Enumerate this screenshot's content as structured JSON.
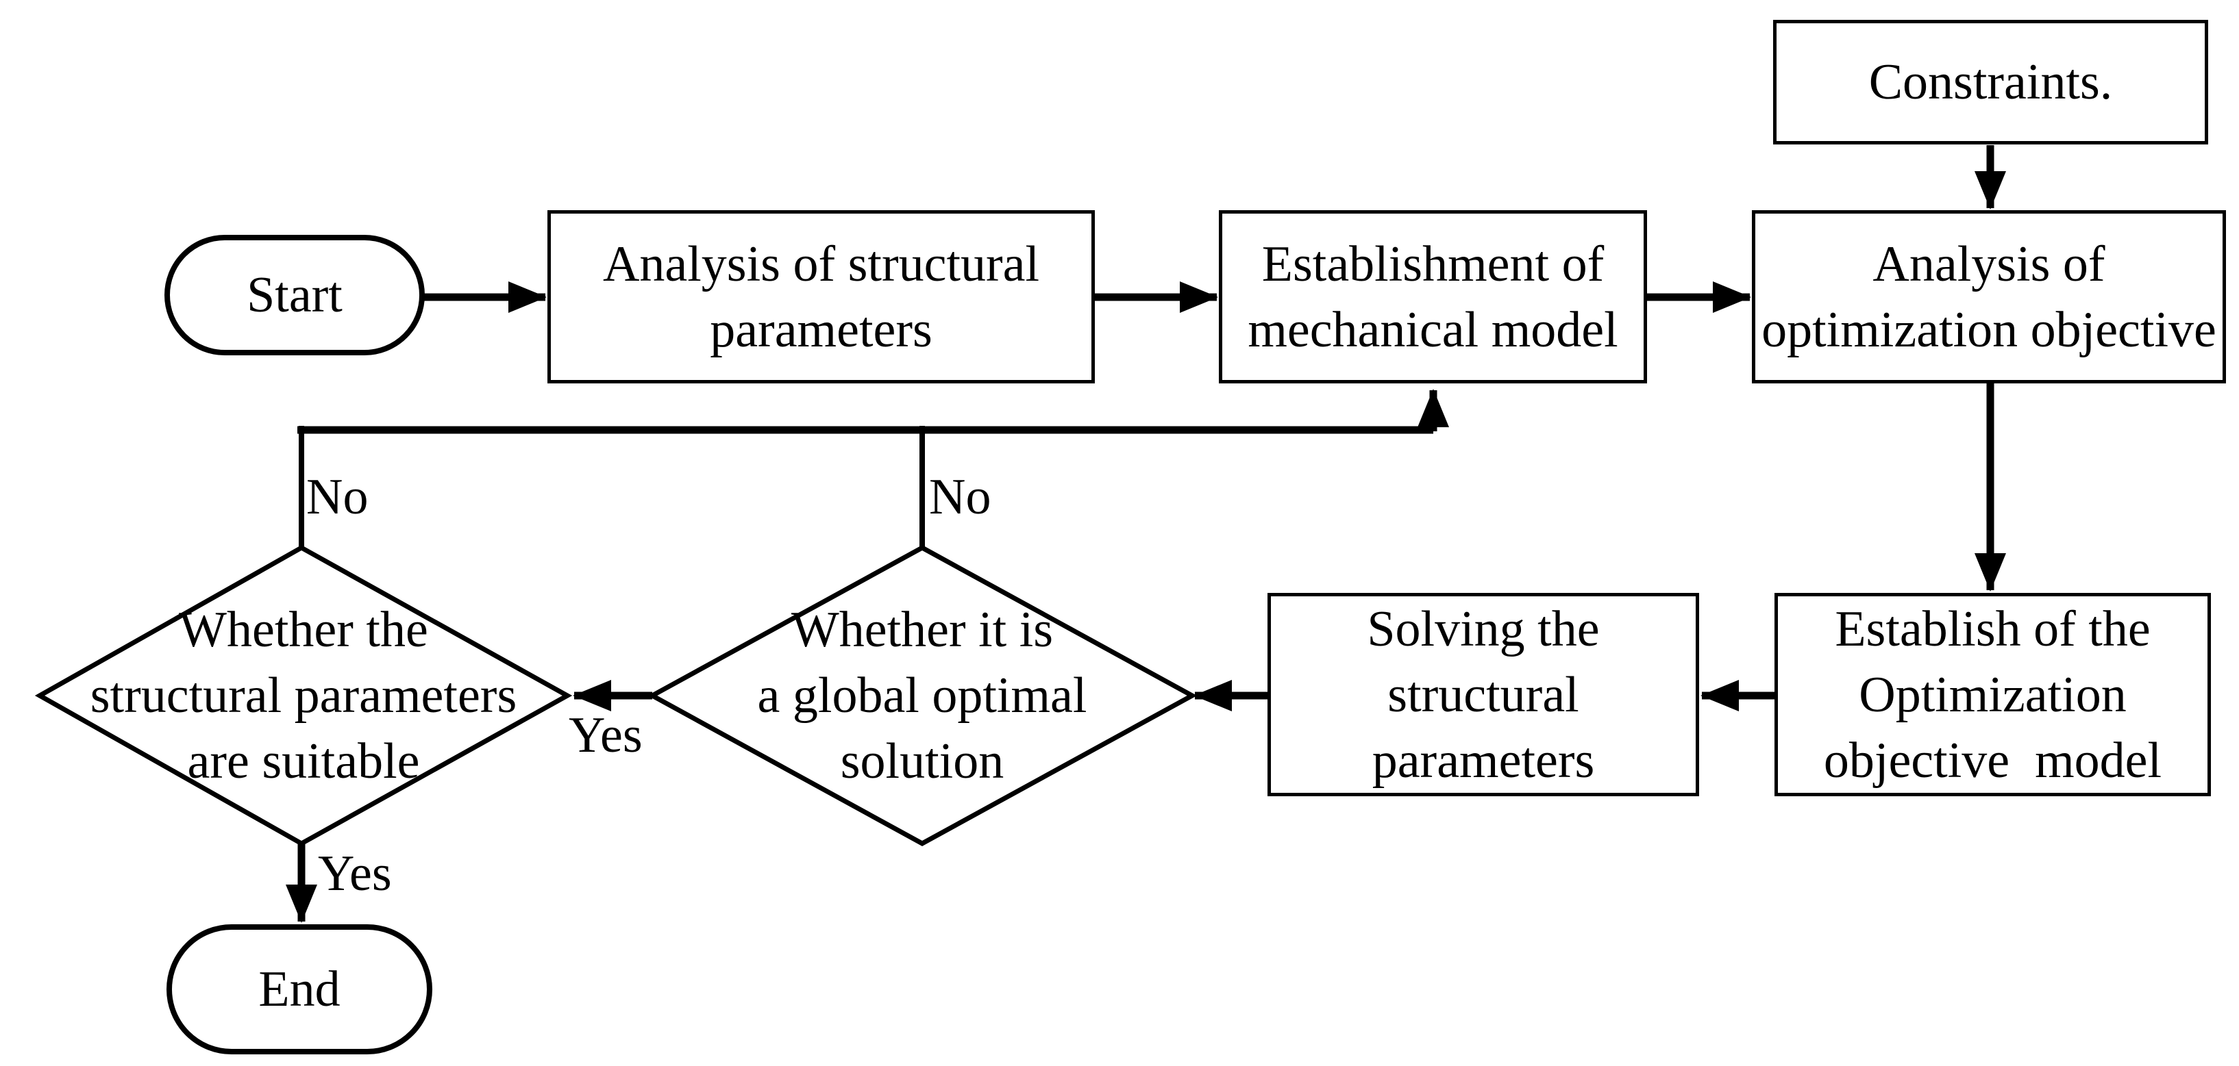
{
  "diagram": {
    "title": "Structural parameter optimization flowchart",
    "colors": {
      "ink": "#000000",
      "paper": "#ffffff"
    },
    "nodes": {
      "start": {
        "type": "terminator",
        "label": "Start"
      },
      "analysis": {
        "type": "process",
        "label": "Analysis of structural\nparameters"
      },
      "mechanical": {
        "type": "process",
        "label": "Establishment of\nmechanical model"
      },
      "objective": {
        "type": "process",
        "label": "Analysis of\noptimization objective"
      },
      "constraints": {
        "type": "process",
        "label": "Constraints."
      },
      "establish": {
        "type": "process",
        "label": "Establish of the\nOptimization\nobjective  model"
      },
      "solving": {
        "type": "process",
        "label": "Solving the\nstructural\nparameters"
      },
      "global": {
        "type": "decision",
        "label": "Whether it is\na global optimal\nsolution"
      },
      "suitable": {
        "type": "decision",
        "label": "Whether the\nstructural parameters\nare suitable"
      },
      "end": {
        "type": "terminator",
        "label": "End"
      }
    },
    "edge_labels": {
      "no_left": "No",
      "no_right": "No",
      "yes_mid": "Yes",
      "yes_end": "Yes"
    }
  }
}
